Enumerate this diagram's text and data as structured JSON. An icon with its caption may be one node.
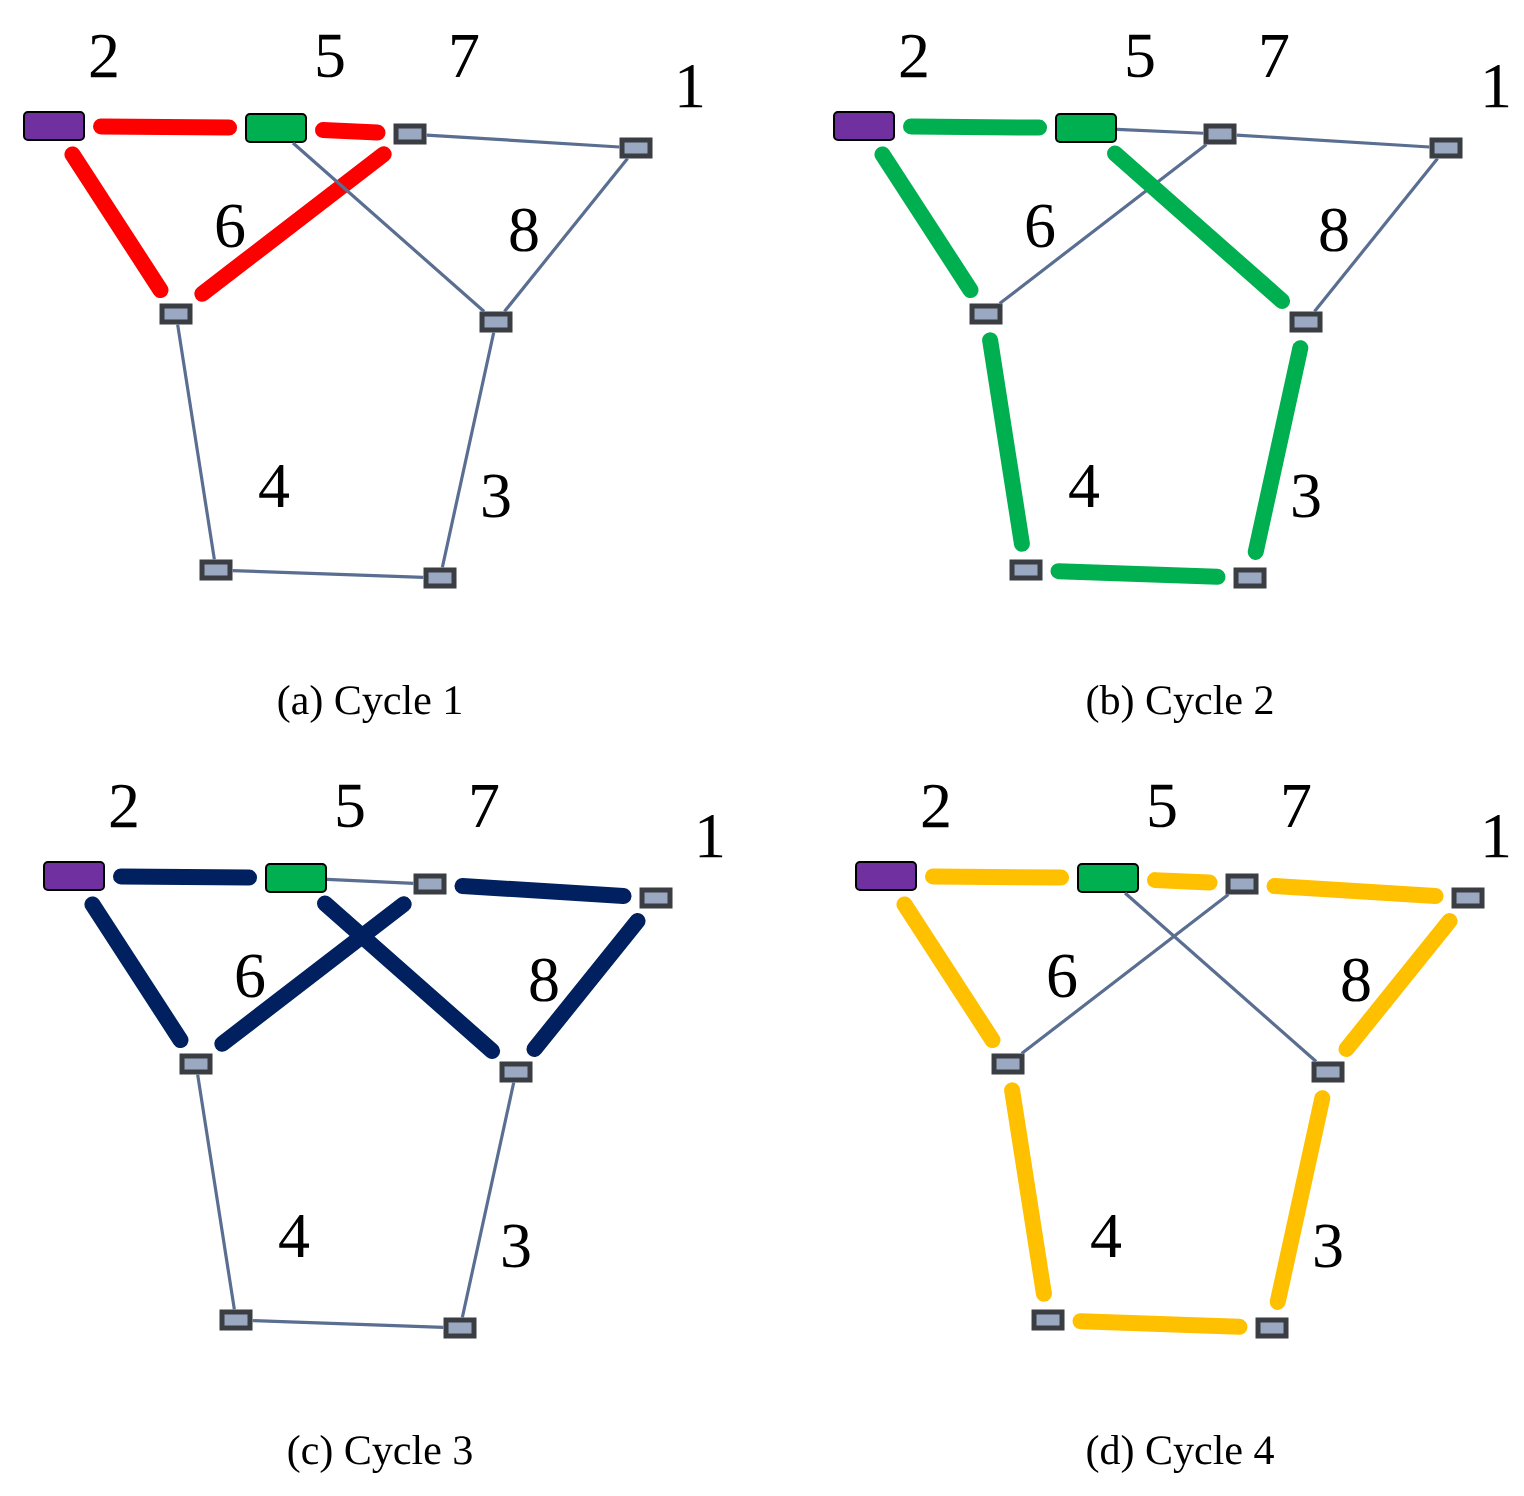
{
  "diagram": {
    "nodes": [
      {
        "text": [],
        "shape": "box",
        "beside": [
          "2"
        ]
      },
      {
        "text": [],
        "shape": "box",
        "beside": [
          "5"
        ]
      },
      {
        "text": [],
        "shape": "box",
        "beside": [
          "7"
        ]
      },
      {
        "text": [],
        "shape": "box",
        "beside": [
          "1"
        ]
      },
      {
        "text": [],
        "shape": "box",
        "beside": [
          "6"
        ]
      },
      {
        "text": [],
        "shape": "box",
        "beside": [
          "8"
        ]
      },
      {
        "text": [],
        "shape": "box",
        "beside": [
          "4"
        ]
      },
      {
        "text": [],
        "shape": "box",
        "beside": [
          "3"
        ]
      },
      {
        "text": [],
        "shape": "box",
        "beside": [
          "2"
        ]
      },
      {
        "text": [],
        "shape": "box",
        "beside": [
          "5"
        ]
      },
      {
        "text": [],
        "shape": "box",
        "beside": [
          "7"
        ]
      },
      {
        "text": [],
        "shape": "box",
        "beside": [
          "1"
        ]
      },
      {
        "text": [],
        "shape": "box",
        "beside": [
          "6"
        ]
      },
      {
        "text": [],
        "shape": "box",
        "beside": [
          "8"
        ]
      },
      {
        "text": [],
        "shape": "box",
        "beside": [
          "4"
        ]
      },
      {
        "text": [],
        "shape": "box",
        "beside": [
          "3"
        ]
      },
      {
        "text": [],
        "shape": "box",
        "beside": [
          "2"
        ]
      },
      {
        "text": [],
        "shape": "box",
        "beside": [
          "5"
        ]
      },
      {
        "text": [],
        "shape": "box",
        "beside": [
          "7"
        ]
      },
      {
        "text": [],
        "shape": "box",
        "beside": [
          "1"
        ]
      },
      {
        "text": [],
        "shape": "box",
        "beside": [
          "6"
        ]
      },
      {
        "text": [],
        "shape": "box",
        "beside": [
          "8"
        ]
      },
      {
        "text": [],
        "shape": "box",
        "beside": [
          "4"
        ]
      },
      {
        "text": [],
        "shape": "box",
        "beside": [
          "3"
        ]
      },
      {
        "text": [],
        "shape": "box",
        "beside": [
          "2"
        ]
      },
      {
        "text": [],
        "shape": "box",
        "beside": [
          "5"
        ]
      },
      {
        "text": [],
        "shape": "box",
        "beside": [
          "7"
        ]
      },
      {
        "text": [],
        "shape": "box",
        "beside": [
          "1"
        ]
      },
      {
        "text": [],
        "shape": "box",
        "beside": [
          "6"
        ]
      },
      {
        "text": [],
        "shape": "box",
        "beside": [
          "8"
        ]
      },
      {
        "text": [],
        "shape": "box",
        "beside": [
          "4"
        ]
      },
      {
        "text": [],
        "shape": "box",
        "beside": [
          "3"
        ]
      }
    ],
    "edges": [
      {
        "from": 0,
        "to": 1,
        "arrow": "none",
        "color": "#ff0000"
      },
      {
        "from": 1,
        "to": 2,
        "arrow": "none",
        "color": "#ff0000"
      },
      {
        "from": 2,
        "to": 3,
        "arrow": "none"
      },
      {
        "from": 0,
        "to": 4,
        "arrow": "none",
        "color": "#ff0000"
      },
      {
        "from": 4,
        "to": 2,
        "arrow": "none",
        "color": "#ff0000"
      },
      {
        "from": 1,
        "to": 5,
        "arrow": "none"
      },
      {
        "from": 3,
        "to": 5,
        "arrow": "none"
      },
      {
        "from": 4,
        "to": 6,
        "arrow": "none"
      },
      {
        "from": 6,
        "to": 7,
        "arrow": "none"
      },
      {
        "from": 5,
        "to": 7,
        "arrow": "none"
      },
      {
        "from": 8,
        "to": 9,
        "arrow": "none",
        "color": "#00b050"
      },
      {
        "from": 9,
        "to": 10,
        "arrow": "none"
      },
      {
        "from": 10,
        "to": 11,
        "arrow": "none"
      },
      {
        "from": 8,
        "to": 12,
        "arrow": "none",
        "color": "#00b050"
      },
      {
        "from": 12,
        "to": 10,
        "arrow": "none"
      },
      {
        "from": 9,
        "to": 13,
        "arrow": "none",
        "color": "#00b050"
      },
      {
        "from": 11,
        "to": 13,
        "arrow": "none"
      },
      {
        "from": 12,
        "to": 14,
        "arrow": "none",
        "color": "#00b050"
      },
      {
        "from": 14,
        "to": 15,
        "arrow": "none",
        "color": "#00b050"
      },
      {
        "from": 13,
        "to": 15,
        "arrow": "none",
        "color": "#00b050"
      },
      {
        "from": 16,
        "to": 17,
        "arrow": "none",
        "color": "#002060"
      },
      {
        "from": 17,
        "to": 18,
        "arrow": "none"
      },
      {
        "from": 18,
        "to": 19,
        "arrow": "none",
        "color": "#002060"
      },
      {
        "from": 16,
        "to": 20,
        "arrow": "none",
        "color": "#002060"
      },
      {
        "from": 20,
        "to": 18,
        "arrow": "none",
        "color": "#002060"
      },
      {
        "from": 17,
        "to": 21,
        "arrow": "none",
        "color": "#002060"
      },
      {
        "from": 19,
        "to": 21,
        "arrow": "none",
        "color": "#002060"
      },
      {
        "from": 20,
        "to": 22,
        "arrow": "none"
      },
      {
        "from": 22,
        "to": 23,
        "arrow": "none"
      },
      {
        "from": 21,
        "to": 23,
        "arrow": "none"
      },
      {
        "from": 24,
        "to": 25,
        "arrow": "none",
        "color": "#ffc000"
      },
      {
        "from": 25,
        "to": 26,
        "arrow": "none",
        "color": "#ffc000"
      },
      {
        "from": 26,
        "to": 27,
        "arrow": "none",
        "color": "#ffc000"
      },
      {
        "from": 24,
        "to": 28,
        "arrow": "none",
        "color": "#ffc000"
      },
      {
        "from": 28,
        "to": 26,
        "arrow": "none"
      },
      {
        "from": 25,
        "to": 29,
        "arrow": "none"
      },
      {
        "from": 27,
        "to": 29,
        "arrow": "none",
        "color": "#ffc000"
      },
      {
        "from": 28,
        "to": 30,
        "arrow": "none",
        "color": "#ffc000"
      },
      {
        "from": 30,
        "to": 31,
        "arrow": "none",
        "color": "#ffc000"
      },
      {
        "from": 29,
        "to": 31,
        "arrow": "none",
        "color": "#ffc000"
      }
    ],
    "labels": [
      "(a) Cycle 1",
      "(b) Cycle 2",
      "(c) Cycle 3",
      "(d) Cycle 4"
    ]
  }
}
